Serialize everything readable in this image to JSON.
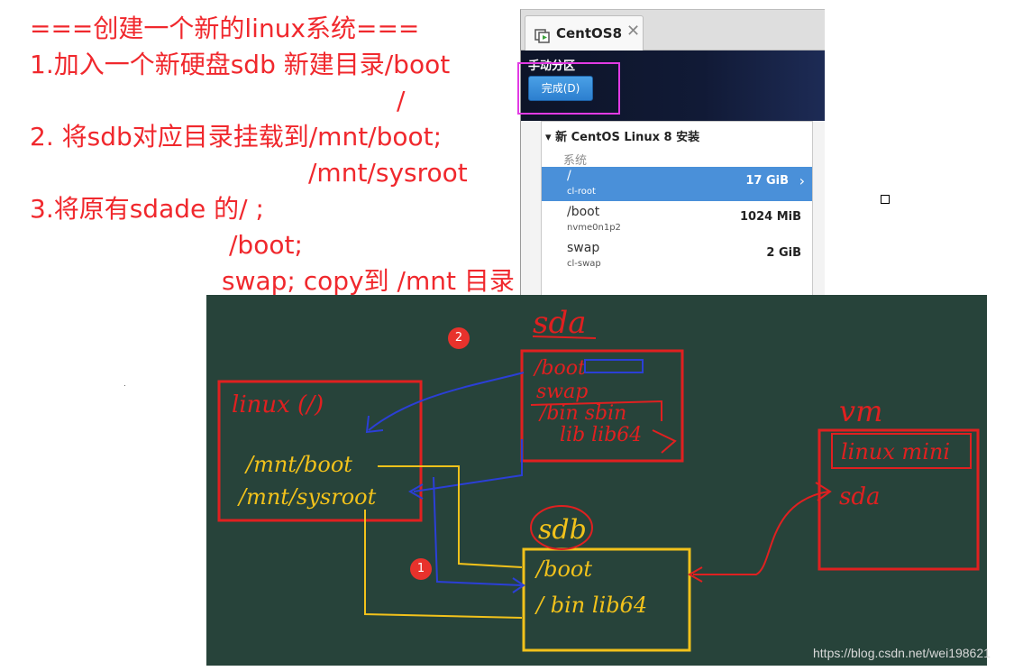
{
  "notes": {
    "line1": "===创建一个新的linux系统===",
    "line2": "1.加入一个新硬盘sdb 新建目录/boot",
    "line3": "/",
    "line4": "2. 将sdb对应目录挂载到/mnt/boot;",
    "line5": "/mnt/sysroot",
    "line6": "3.将原有sdade 的/ ;",
    "line7": "/boot;",
    "line8": "swap; copy到 /mnt 目录"
  },
  "installer": {
    "tab_label": "CentOS8",
    "tab_close": "✕",
    "title": "手动分区",
    "done_button": "完成(D)",
    "tree_title": "新 CentOS Linux 8 安装",
    "section": "系统",
    "partitions": [
      {
        "mount": "/",
        "device": "cl-root",
        "size": "17 GiB",
        "selected": true
      },
      {
        "mount": "/boot",
        "device": "nvme0n1p2",
        "size": "1024 MiB",
        "selected": false
      },
      {
        "mount": "swap",
        "device": "cl-swap",
        "size": "2 GiB",
        "selected": false
      }
    ],
    "colors": {
      "selected": "#4a90d9",
      "highlight": "#e23be4"
    }
  },
  "board": {
    "sda_label": "sda",
    "sda_items": [
      "/boot",
      "swap",
      "/bin sbin",
      "lib lib64"
    ],
    "linux_label": "linux (/)",
    "mnt_boot": "/mnt/boot",
    "mnt_sysroot": "/mnt/sysroot",
    "sdb_label": "sdb",
    "sdb_items": [
      "/boot",
      "/  bin  lib64"
    ],
    "vm_label": "vm",
    "vm_linux": "linux mini",
    "vm_sda": "sda",
    "badge1": "1",
    "badge2": "2",
    "colors": {
      "board": "#27433a",
      "red": "#e02020",
      "yellow": "#f2c21b",
      "blue": "#2b3fd6"
    }
  },
  "watermark": "https://blog.csdn.net/wei198621"
}
